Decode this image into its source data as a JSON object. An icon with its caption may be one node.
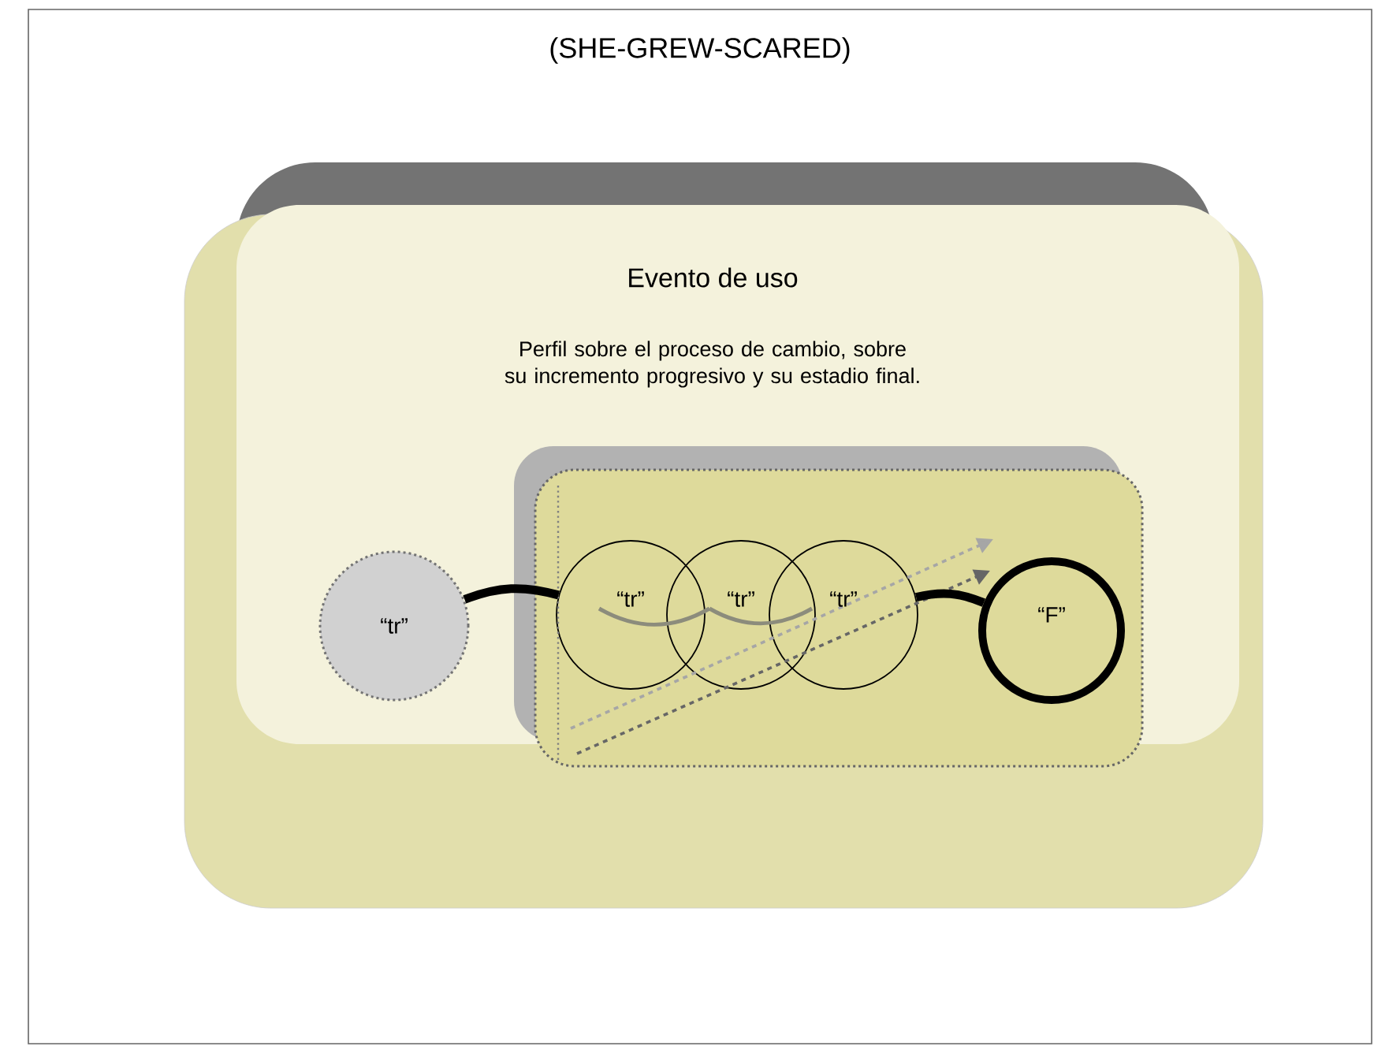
{
  "diagram": {
    "title": "(SHE-GREW-SCARED)",
    "nodes": [
      {
        "text": [
          "Evento de uso",
          "Perfil sobre el proceso de cambio, sobre su incremento progresivo y su estadio final."
        ]
      },
      {
        "text": [],
        "shape": "box",
        "in": 0
      },
      {
        "text": [
          "“tr”"
        ],
        "in": 0
      },
      {
        "text": [
          "“tr”"
        ],
        "in": 1
      },
      {
        "text": [
          "“tr”"
        ],
        "in": 1
      },
      {
        "text": [
          "“tr”"
        ],
        "in": 1
      },
      {
        "text": [
          "“F”"
        ],
        "in": 1
      }
    ],
    "edges": [
      {
        "from": 2,
        "to": 3,
        "arrow": "none",
        "style": "thick"
      },
      {
        "from": 3,
        "to": 4,
        "arrow": "none",
        "color": "#8c8c7c"
      },
      {
        "from": 4,
        "to": 5,
        "arrow": "none",
        "color": "#8c8c7c"
      },
      {
        "from": 5,
        "to": 6,
        "arrow": "none",
        "style": "thick"
      }
    ]
  }
}
